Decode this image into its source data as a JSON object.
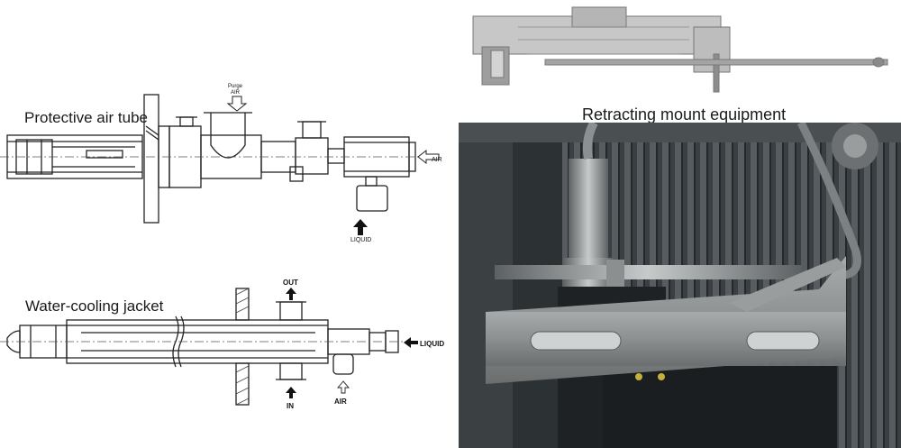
{
  "captions": {
    "protective_air_tube": "Protective air tube",
    "water_cooling_jacket": "Water-cooling jacket",
    "retracting_mount": "Retracting mount equipment"
  },
  "labels": {
    "purge_air_line1": "Purge",
    "purge_air_line2": "AIR",
    "air_top": "AIR",
    "liquid_top": "LIQUID",
    "out": "OUT",
    "in": "IN",
    "liquid_bottom": "LIQUID",
    "air_bottom": "AIR"
  }
}
